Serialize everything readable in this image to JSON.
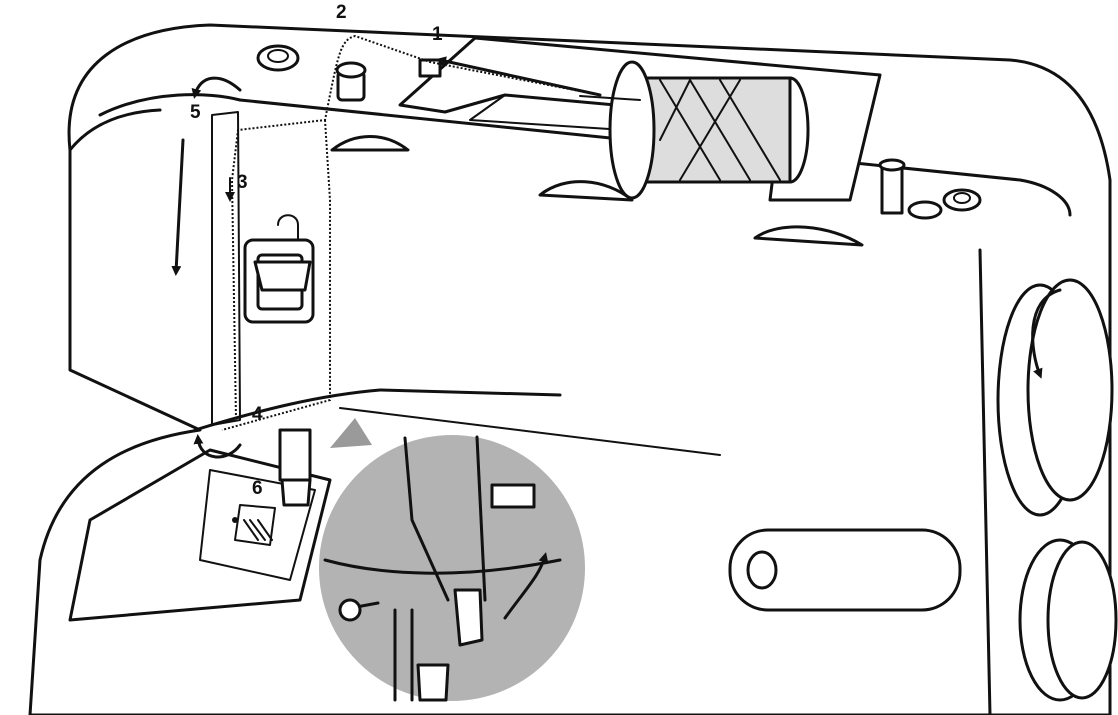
{
  "diagram": {
    "step_labels": [
      "1",
      "2",
      "3",
      "4",
      "5",
      "6"
    ],
    "colors": {
      "line": "#111111",
      "background": "#ffffff",
      "inset_fill": "#b3b3b3"
    }
  }
}
